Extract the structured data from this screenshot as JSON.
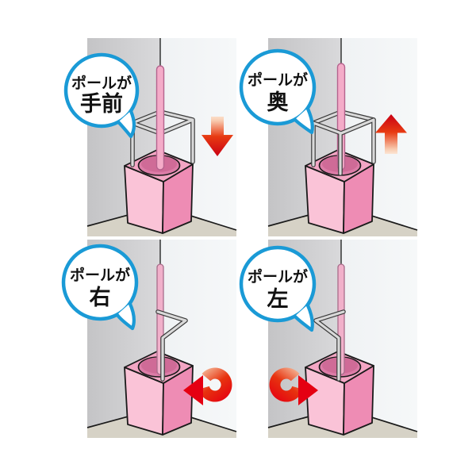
{
  "diagram": {
    "type": "instruction-illustration",
    "subject": "pole stand orientation guide",
    "panels": [
      {
        "name": "pole-front",
        "bubble_line1": "ポールが",
        "bubble_line2": "手前",
        "arrow": "down"
      },
      {
        "name": "pole-back",
        "bubble_line1": "ポールが",
        "bubble_line2": "奥",
        "arrow": "up"
      },
      {
        "name": "pole-right",
        "bubble_line1": "ポールが",
        "bubble_line2": "右",
        "arrow": "rotate-toward-left"
      },
      {
        "name": "pole-left",
        "bubble_line1": "ポールが",
        "bubble_line2": "左",
        "arrow": "rotate-toward-right"
      }
    ],
    "colors": {
      "bubble_border": "#1a9ad6",
      "arrow_red": "#e50012",
      "box_pink_top": "#f3a6c4",
      "box_pink_light": "#fac3d7",
      "box_pink_dark": "#ee8cb4",
      "hole_pink": "#dc7ca7",
      "pole_pink": "#f4abc8",
      "wire_gray": "#d9d9d9",
      "wall_gray": "#cccccd",
      "floor_tan": "#d6d2c6",
      "background": "#ffffff"
    }
  }
}
